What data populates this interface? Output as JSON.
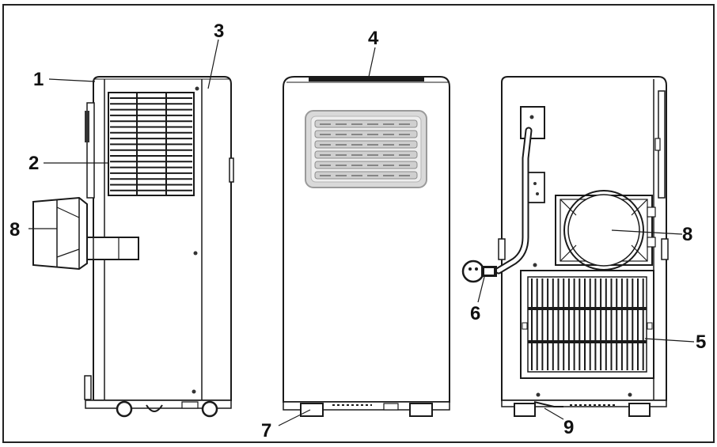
{
  "diagram": {
    "callouts": {
      "n1": "1",
      "n2": "2",
      "n3": "3",
      "n4": "4",
      "n5": "5",
      "n6": "6",
      "n7": "7",
      "n8_left": "8",
      "n8_right": "8",
      "n9": "9"
    }
  }
}
